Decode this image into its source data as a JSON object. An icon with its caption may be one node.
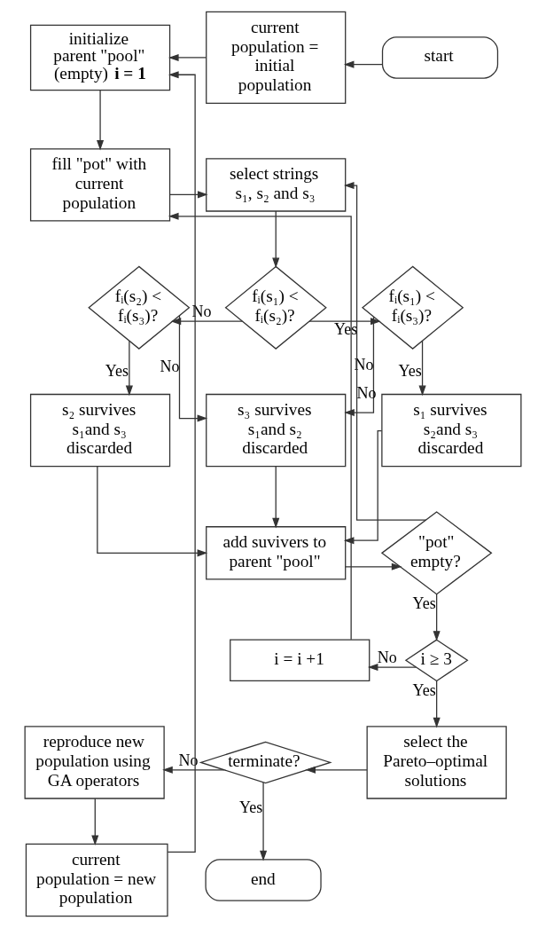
{
  "diagram": {
    "nodes": [
      {
        "text": [
          "start"
        ]
      },
      {
        "text": [
          "current population = initial population"
        ]
      },
      {
        "text": [
          "initialize parent \"pool\" (empty) **i = 1**"
        ]
      },
      {
        "text": [
          "fill \"pot\" with current population"
        ]
      },
      {
        "text": [
          "select strings s₁, s₂ and s₃"
        ]
      },
      {
        "text": [
          "fᵢ(s₂) < fᵢ(s₃)?"
        ]
      },
      {
        "text": [
          "fᵢ(s₁) < fᵢ(s₂)?"
        ]
      },
      {
        "text": [
          "fᵢ(s₁) < fᵢ(s₃)?"
        ]
      },
      {
        "text": [
          "s₂ survives s₁and s₃ discarded"
        ]
      },
      {
        "text": [
          "s₃ survives s₁and s₂ discarded"
        ]
      },
      {
        "text": [
          "s₁ survives s₂and s₃ discarded"
        ]
      },
      {
        "text": [
          "add suvivers to parent \"pool\""
        ]
      },
      {
        "text": [
          "\"pot\" empty?"
        ]
      },
      {
        "text": [
          "i = i +1"
        ]
      },
      {
        "text": [
          "i ≥ 3"
        ]
      },
      {
        "text": [
          "select the Pareto–optimal solutions"
        ]
      },
      {
        "text": [
          "terminate?"
        ]
      },
      {
        "text": [
          "reproduce new population using GA operators"
        ]
      },
      {
        "text": [
          "current population = new population"
        ]
      },
      {
        "text": [
          "end"
        ]
      }
    ],
    "edges": [
      {
        "from": 0,
        "to": 1,
        "arrow": "to"
      },
      {
        "from": 1,
        "to": 2,
        "arrow": "to"
      },
      {
        "from": 2,
        "to": 3,
        "arrow": "to"
      },
      {
        "from": 3,
        "to": 4,
        "arrow": "to"
      },
      {
        "from": 4,
        "to": 6,
        "arrow": "to"
      },
      {
        "from": 6,
        "to": 5,
        "label": "No",
        "arrow": "to"
      },
      {
        "from": 6,
        "to": 7,
        "label": "Yes",
        "arrow": "to"
      },
      {
        "from": 5,
        "to": 8,
        "label": "Yes",
        "arrow": "to"
      },
      {
        "from": 5,
        "to": 9,
        "label": "No",
        "arrow": "to"
      },
      {
        "from": 7,
        "to": 9,
        "label": "No",
        "arrow": "to"
      },
      {
        "from": 7,
        "to": 10,
        "label": "Yes",
        "arrow": "to"
      },
      {
        "from": 8,
        "to": 11,
        "arrow": "to"
      },
      {
        "from": 9,
        "to": 11,
        "arrow": "to"
      },
      {
        "from": 10,
        "to": 11,
        "arrow": "to"
      },
      {
        "from": 11,
        "to": 12,
        "arrow": "to"
      },
      {
        "from": 12,
        "to": 4,
        "label": "No",
        "arrow": "to"
      },
      {
        "from": 12,
        "to": 14,
        "label": "Yes",
        "arrow": "to"
      },
      {
        "from": 14,
        "to": 13,
        "label": "No",
        "arrow": "to"
      },
      {
        "from": 13,
        "to": 3,
        "arrow": "to"
      },
      {
        "from": 14,
        "to": 15,
        "label": "Yes",
        "arrow": "to"
      },
      {
        "from": 15,
        "to": 16,
        "arrow": "to"
      },
      {
        "from": 16,
        "to": 17,
        "label": "No",
        "arrow": "to"
      },
      {
        "from": 16,
        "to": 19,
        "label": "Yes",
        "arrow": "to"
      },
      {
        "from": 17,
        "to": 18,
        "arrow": "to"
      },
      {
        "from": 18,
        "to": 2,
        "arrow": "to"
      }
    ]
  }
}
